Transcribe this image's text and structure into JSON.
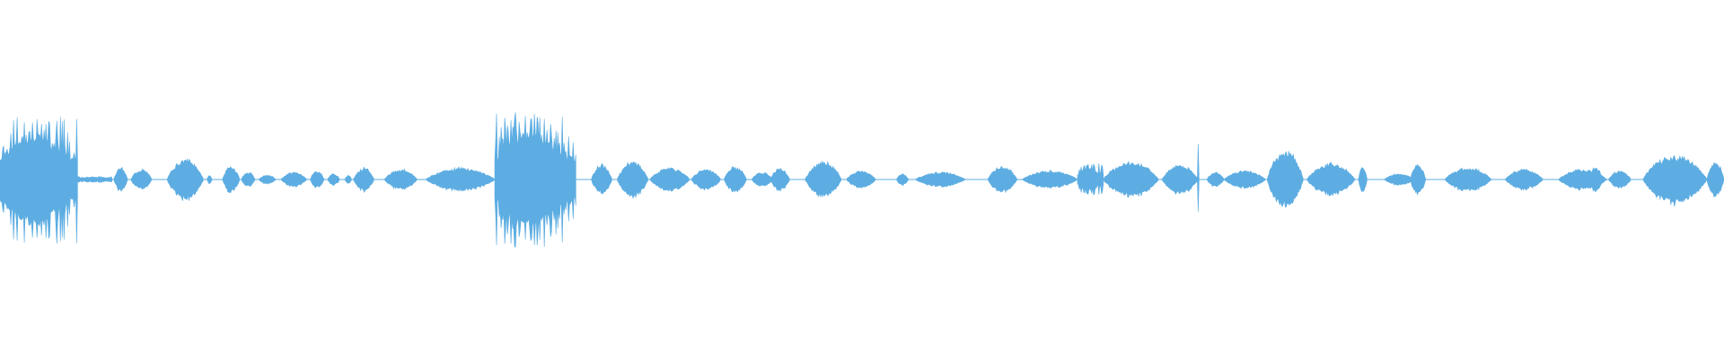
{
  "waveform": {
    "color": "#5DADE2",
    "background": "#ffffff",
    "amplitude_range": [
      -1,
      1
    ],
    "segments": [
      {
        "start": 0.0,
        "end": 0.045,
        "amp": 0.4,
        "style": "spiky"
      },
      {
        "start": 0.045,
        "end": 0.065,
        "amp": 0.02,
        "style": "flat"
      },
      {
        "start": 0.066,
        "end": 0.074,
        "amp": 0.08,
        "style": "blob"
      },
      {
        "start": 0.076,
        "end": 0.088,
        "amp": 0.07,
        "style": "blob"
      },
      {
        "start": 0.097,
        "end": 0.118,
        "amp": 0.14,
        "style": "blob"
      },
      {
        "start": 0.12,
        "end": 0.123,
        "amp": 0.03,
        "style": "blob"
      },
      {
        "start": 0.129,
        "end": 0.139,
        "amp": 0.09,
        "style": "blob"
      },
      {
        "start": 0.14,
        "end": 0.148,
        "amp": 0.05,
        "style": "blob"
      },
      {
        "start": 0.15,
        "end": 0.16,
        "amp": 0.03,
        "style": "blob"
      },
      {
        "start": 0.163,
        "end": 0.178,
        "amp": 0.05,
        "style": "blob"
      },
      {
        "start": 0.18,
        "end": 0.188,
        "amp": 0.06,
        "style": "blob"
      },
      {
        "start": 0.19,
        "end": 0.197,
        "amp": 0.04,
        "style": "blob"
      },
      {
        "start": 0.2,
        "end": 0.204,
        "amp": 0.03,
        "style": "blob"
      },
      {
        "start": 0.205,
        "end": 0.217,
        "amp": 0.08,
        "style": "blob"
      },
      {
        "start": 0.223,
        "end": 0.242,
        "amp": 0.07,
        "style": "blob"
      },
      {
        "start": 0.247,
        "end": 0.287,
        "amp": 0.08,
        "style": "blob"
      },
      {
        "start": 0.287,
        "end": 0.334,
        "amp": 0.42,
        "style": "spiky"
      },
      {
        "start": 0.343,
        "end": 0.355,
        "amp": 0.1,
        "style": "blob"
      },
      {
        "start": 0.358,
        "end": 0.376,
        "amp": 0.12,
        "style": "blob"
      },
      {
        "start": 0.377,
        "end": 0.4,
        "amp": 0.08,
        "style": "blob"
      },
      {
        "start": 0.401,
        "end": 0.418,
        "amp": 0.07,
        "style": "blob"
      },
      {
        "start": 0.42,
        "end": 0.433,
        "amp": 0.09,
        "style": "blob"
      },
      {
        "start": 0.436,
        "end": 0.448,
        "amp": 0.05,
        "style": "blob"
      },
      {
        "start": 0.447,
        "end": 0.458,
        "amp": 0.08,
        "style": "blob"
      },
      {
        "start": 0.467,
        "end": 0.488,
        "amp": 0.12,
        "style": "blob"
      },
      {
        "start": 0.491,
        "end": 0.508,
        "amp": 0.06,
        "style": "blob"
      },
      {
        "start": 0.52,
        "end": 0.527,
        "amp": 0.04,
        "style": "blob"
      },
      {
        "start": 0.531,
        "end": 0.56,
        "amp": 0.05,
        "style": "blob"
      },
      {
        "start": 0.573,
        "end": 0.59,
        "amp": 0.09,
        "style": "blob"
      },
      {
        "start": 0.593,
        "end": 0.625,
        "amp": 0.06,
        "style": "blob"
      },
      {
        "start": 0.625,
        "end": 0.64,
        "amp": 0.1,
        "style": "spiky"
      },
      {
        "start": 0.64,
        "end": 0.672,
        "amp": 0.12,
        "style": "blob"
      },
      {
        "start": 0.674,
        "end": 0.695,
        "amp": 0.1,
        "style": "blob"
      },
      {
        "start": 0.694,
        "end": 0.696,
        "amp": 0.22,
        "style": "spike"
      },
      {
        "start": 0.7,
        "end": 0.71,
        "amp": 0.05,
        "style": "blob"
      },
      {
        "start": 0.71,
        "end": 0.734,
        "amp": 0.06,
        "style": "blob"
      },
      {
        "start": 0.735,
        "end": 0.756,
        "amp": 0.2,
        "style": "blob"
      },
      {
        "start": 0.758,
        "end": 0.786,
        "amp": 0.11,
        "style": "blob"
      },
      {
        "start": 0.788,
        "end": 0.793,
        "amp": 0.09,
        "style": "blob"
      },
      {
        "start": 0.803,
        "end": 0.82,
        "amp": 0.04,
        "style": "blob"
      },
      {
        "start": 0.818,
        "end": 0.827,
        "amp": 0.1,
        "style": "blob"
      },
      {
        "start": 0.838,
        "end": 0.865,
        "amp": 0.08,
        "style": "blob"
      },
      {
        "start": 0.873,
        "end": 0.895,
        "amp": 0.07,
        "style": "blob"
      },
      {
        "start": 0.904,
        "end": 0.932,
        "amp": 0.07,
        "style": "blob"
      },
      {
        "start": 0.921,
        "end": 0.93,
        "amp": 0.08,
        "style": "blob"
      },
      {
        "start": 0.933,
        "end": 0.946,
        "amp": 0.06,
        "style": "blob"
      },
      {
        "start": 0.953,
        "end": 0.99,
        "amp": 0.17,
        "style": "blob"
      },
      {
        "start": 0.99,
        "end": 1.0,
        "amp": 0.12,
        "style": "blob"
      }
    ]
  }
}
